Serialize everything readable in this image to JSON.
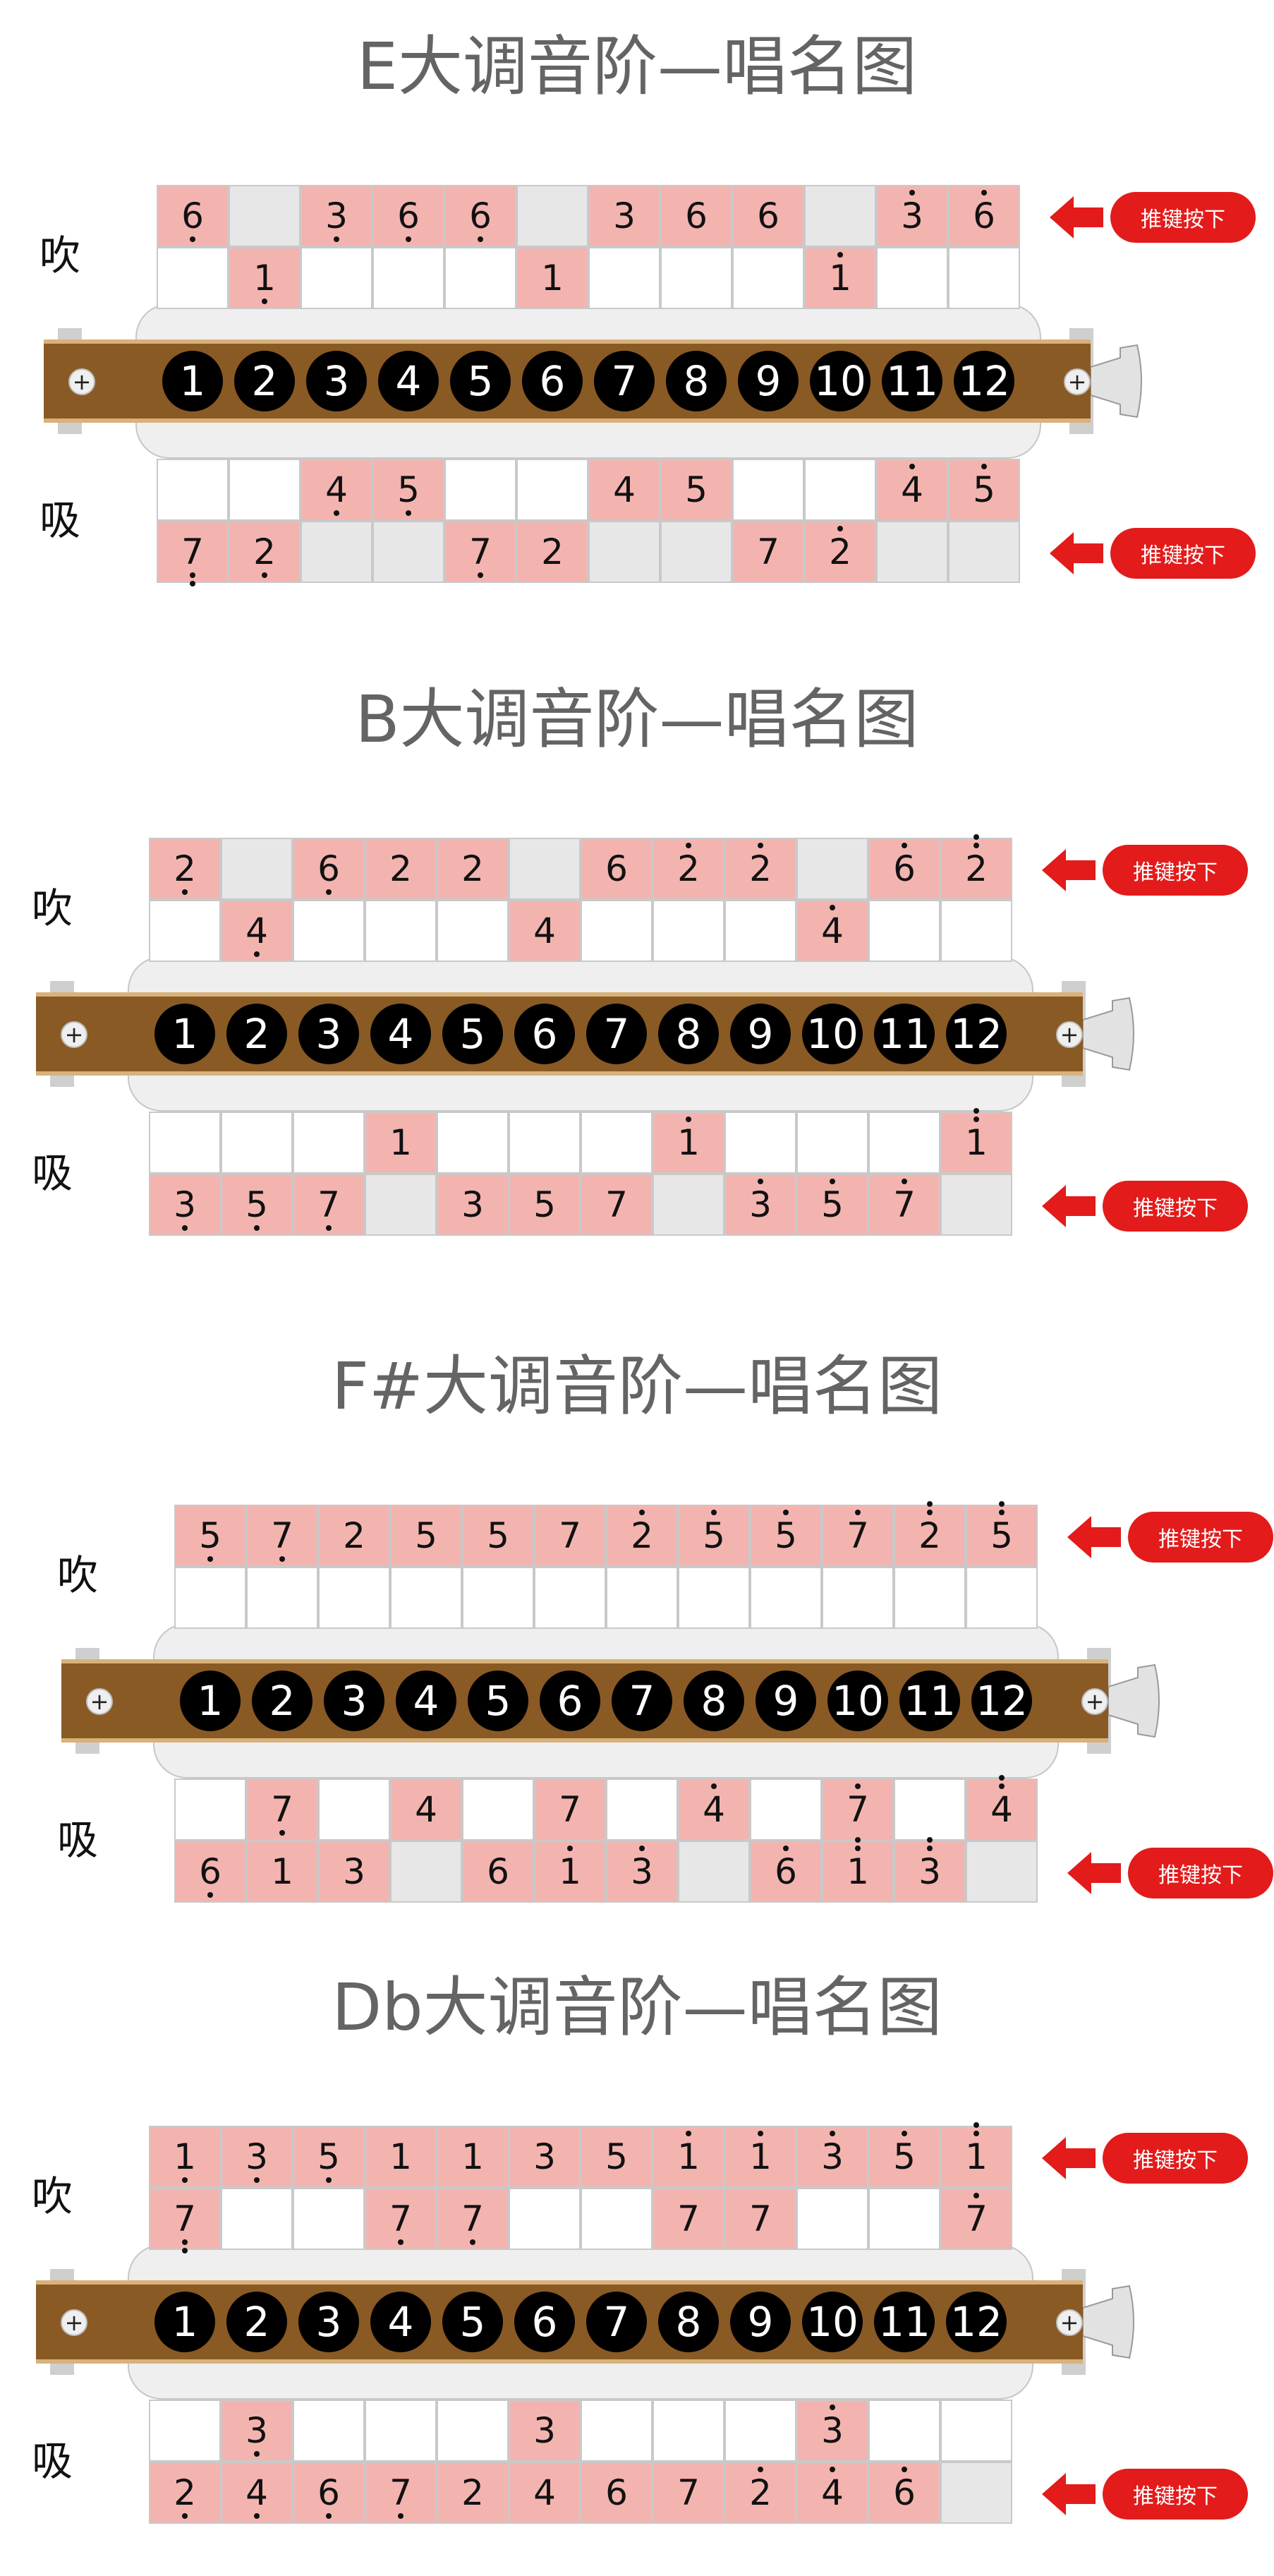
{
  "colors": {
    "highlight": "#f3b4b0",
    "empty_cell": "#e7e7e7",
    "comb": "#8a5a24",
    "button": "#e31b1b",
    "title": "#646464"
  },
  "labels": {
    "blow": "吹",
    "draw": "吸",
    "button": "推键按下"
  },
  "hole_numbers": [
    "1",
    "2",
    "3",
    "4",
    "5",
    "6",
    "7",
    "8",
    "9",
    "10",
    "11",
    "12"
  ],
  "sections": [
    {
      "title": "E大调音阶—唱名图",
      "blow_button": [
        {
          "n": "6",
          "d": -1
        },
        {
          "g": 1
        },
        {
          "n": "3",
          "d": -1
        },
        {
          "n": "6",
          "d": -1
        },
        {
          "n": "6",
          "d": -1
        },
        {
          "g": 1
        },
        {
          "n": "3"
        },
        {
          "n": "6"
        },
        {
          "n": "6"
        },
        {
          "g": 1
        },
        {
          "n": "3",
          "d": 1
        },
        {
          "n": "6",
          "d": 1
        }
      ],
      "blow": [
        {
          "e": 1
        },
        {
          "n": "1",
          "d": -1
        },
        {
          "e": 1
        },
        {
          "e": 1
        },
        {
          "e": 1
        },
        {
          "n": "1"
        },
        {
          "e": 1
        },
        {
          "e": 1
        },
        {
          "e": 1
        },
        {
          "n": "1",
          "d": 1
        },
        {
          "e": 1
        },
        {
          "e": 1
        }
      ],
      "draw": [
        {
          "e": 1
        },
        {
          "e": 1
        },
        {
          "n": "4",
          "d": -1
        },
        {
          "n": "5",
          "d": -1
        },
        {
          "e": 1
        },
        {
          "e": 1
        },
        {
          "n": "4"
        },
        {
          "n": "5"
        },
        {
          "e": 1
        },
        {
          "e": 1
        },
        {
          "n": "4",
          "d": 1
        },
        {
          "n": "5",
          "d": 1
        }
      ],
      "draw_button": [
        {
          "n": "7",
          "d": -2
        },
        {
          "n": "2",
          "d": -1
        },
        {
          "g": 1
        },
        {
          "g": 1
        },
        {
          "n": "7",
          "d": -1
        },
        {
          "n": "2"
        },
        {
          "g": 1
        },
        {
          "g": 1
        },
        {
          "n": "7"
        },
        {
          "n": "2",
          "d": 1
        },
        {
          "g": 1
        },
        {
          "g": 1
        }
      ]
    },
    {
      "title": "B大调音阶—唱名图",
      "blow_button": [
        {
          "n": "2",
          "d": -1
        },
        {
          "g": 1
        },
        {
          "n": "6",
          "d": -1
        },
        {
          "n": "2"
        },
        {
          "n": "2"
        },
        {
          "g": 1
        },
        {
          "n": "6"
        },
        {
          "n": "2",
          "d": 1
        },
        {
          "n": "2",
          "d": 1
        },
        {
          "g": 1
        },
        {
          "n": "6",
          "d": 1
        },
        {
          "n": "2",
          "d": 2
        }
      ],
      "blow": [
        {
          "e": 1
        },
        {
          "n": "4",
          "d": -1
        },
        {
          "e": 1
        },
        {
          "e": 1
        },
        {
          "e": 1
        },
        {
          "n": "4"
        },
        {
          "e": 1
        },
        {
          "e": 1
        },
        {
          "e": 1
        },
        {
          "n": "4",
          "d": 1
        },
        {
          "e": 1
        },
        {
          "e": 1
        }
      ],
      "draw": [
        {
          "e": 1
        },
        {
          "e": 1
        },
        {
          "e": 1
        },
        {
          "n": "1"
        },
        {
          "e": 1
        },
        {
          "e": 1
        },
        {
          "e": 1
        },
        {
          "n": "1",
          "d": 1
        },
        {
          "e": 1
        },
        {
          "e": 1
        },
        {
          "e": 1
        },
        {
          "n": "1",
          "d": 2
        }
      ],
      "draw_button": [
        {
          "n": "3",
          "d": -1
        },
        {
          "n": "5",
          "d": -1
        },
        {
          "n": "7",
          "d": -1
        },
        {
          "g": 1
        },
        {
          "n": "3"
        },
        {
          "n": "5"
        },
        {
          "n": "7"
        },
        {
          "g": 1
        },
        {
          "n": "3",
          "d": 1
        },
        {
          "n": "5",
          "d": 1
        },
        {
          "n": "7",
          "d": 1
        },
        {
          "g": 1
        }
      ]
    },
    {
      "title": "F#大调音阶—唱名图",
      "blow_button": [
        {
          "n": "5",
          "d": -1
        },
        {
          "n": "7",
          "d": -1
        },
        {
          "n": "2"
        },
        {
          "n": "5"
        },
        {
          "n": "5"
        },
        {
          "n": "7"
        },
        {
          "n": "2",
          "d": 1
        },
        {
          "n": "5",
          "d": 1
        },
        {
          "n": "5",
          "d": 1
        },
        {
          "n": "7",
          "d": 1
        },
        {
          "n": "2",
          "d": 2
        },
        {
          "n": "5",
          "d": 2
        }
      ],
      "blow": [
        {
          "e": 1
        },
        {
          "e": 1
        },
        {
          "e": 1
        },
        {
          "e": 1
        },
        {
          "e": 1
        },
        {
          "e": 1
        },
        {
          "e": 1
        },
        {
          "e": 1
        },
        {
          "e": 1
        },
        {
          "e": 1
        },
        {
          "e": 1
        },
        {
          "e": 1
        }
      ],
      "draw": [
        {
          "e": 1
        },
        {
          "n": "7",
          "d": -1
        },
        {
          "e": 1
        },
        {
          "n": "4"
        },
        {
          "e": 1
        },
        {
          "n": "7"
        },
        {
          "e": 1
        },
        {
          "n": "4",
          "d": 1
        },
        {
          "e": 1
        },
        {
          "n": "7",
          "d": 1
        },
        {
          "e": 1
        },
        {
          "n": "4",
          "d": 2
        }
      ],
      "draw_button": [
        {
          "n": "6",
          "d": -1
        },
        {
          "n": "1"
        },
        {
          "n": "3"
        },
        {
          "g": 1
        },
        {
          "n": "6"
        },
        {
          "n": "1",
          "d": 1
        },
        {
          "n": "3",
          "d": 1
        },
        {
          "g": 1
        },
        {
          "n": "6",
          "d": 1
        },
        {
          "n": "1",
          "d": 2
        },
        {
          "n": "3",
          "d": 2
        },
        {
          "g": 1
        }
      ]
    },
    {
      "title": "Db大调音阶—唱名图",
      "blow_button": [
        {
          "n": "1",
          "d": -1
        },
        {
          "n": "3",
          "d": -1
        },
        {
          "n": "5",
          "d": -1
        },
        {
          "n": "1"
        },
        {
          "n": "1"
        },
        {
          "n": "3"
        },
        {
          "n": "5"
        },
        {
          "n": "1",
          "d": 1
        },
        {
          "n": "1",
          "d": 1
        },
        {
          "n": "3",
          "d": 1
        },
        {
          "n": "5",
          "d": 1
        },
        {
          "n": "1",
          "d": 2
        }
      ],
      "blow": [
        {
          "n": "7",
          "d": -2
        },
        {
          "e": 1
        },
        {
          "e": 1
        },
        {
          "n": "7",
          "d": -1
        },
        {
          "n": "7",
          "d": -1
        },
        {
          "e": 1
        },
        {
          "e": 1
        },
        {
          "n": "7"
        },
        {
          "n": "7"
        },
        {
          "e": 1
        },
        {
          "e": 1
        },
        {
          "n": "7",
          "d": 1
        }
      ],
      "draw": [
        {
          "e": 1
        },
        {
          "n": "3",
          "d": -1
        },
        {
          "e": 1
        },
        {
          "e": 1
        },
        {
          "e": 1
        },
        {
          "n": "3"
        },
        {
          "e": 1
        },
        {
          "e": 1
        },
        {
          "e": 1
        },
        {
          "n": "3",
          "d": 1
        },
        {
          "e": 1
        },
        {
          "e": 1
        }
      ],
      "draw_button": [
        {
          "n": "2",
          "d": -1
        },
        {
          "n": "4",
          "d": -1
        },
        {
          "n": "6",
          "d": -1
        },
        {
          "n": "7",
          "d": -1
        },
        {
          "n": "2"
        },
        {
          "n": "4"
        },
        {
          "n": "6"
        },
        {
          "n": "7"
        },
        {
          "n": "2",
          "d": 1
        },
        {
          "n": "4",
          "d": 1
        },
        {
          "n": "6",
          "d": 1
        },
        {
          "g": 1
        }
      ]
    }
  ]
}
